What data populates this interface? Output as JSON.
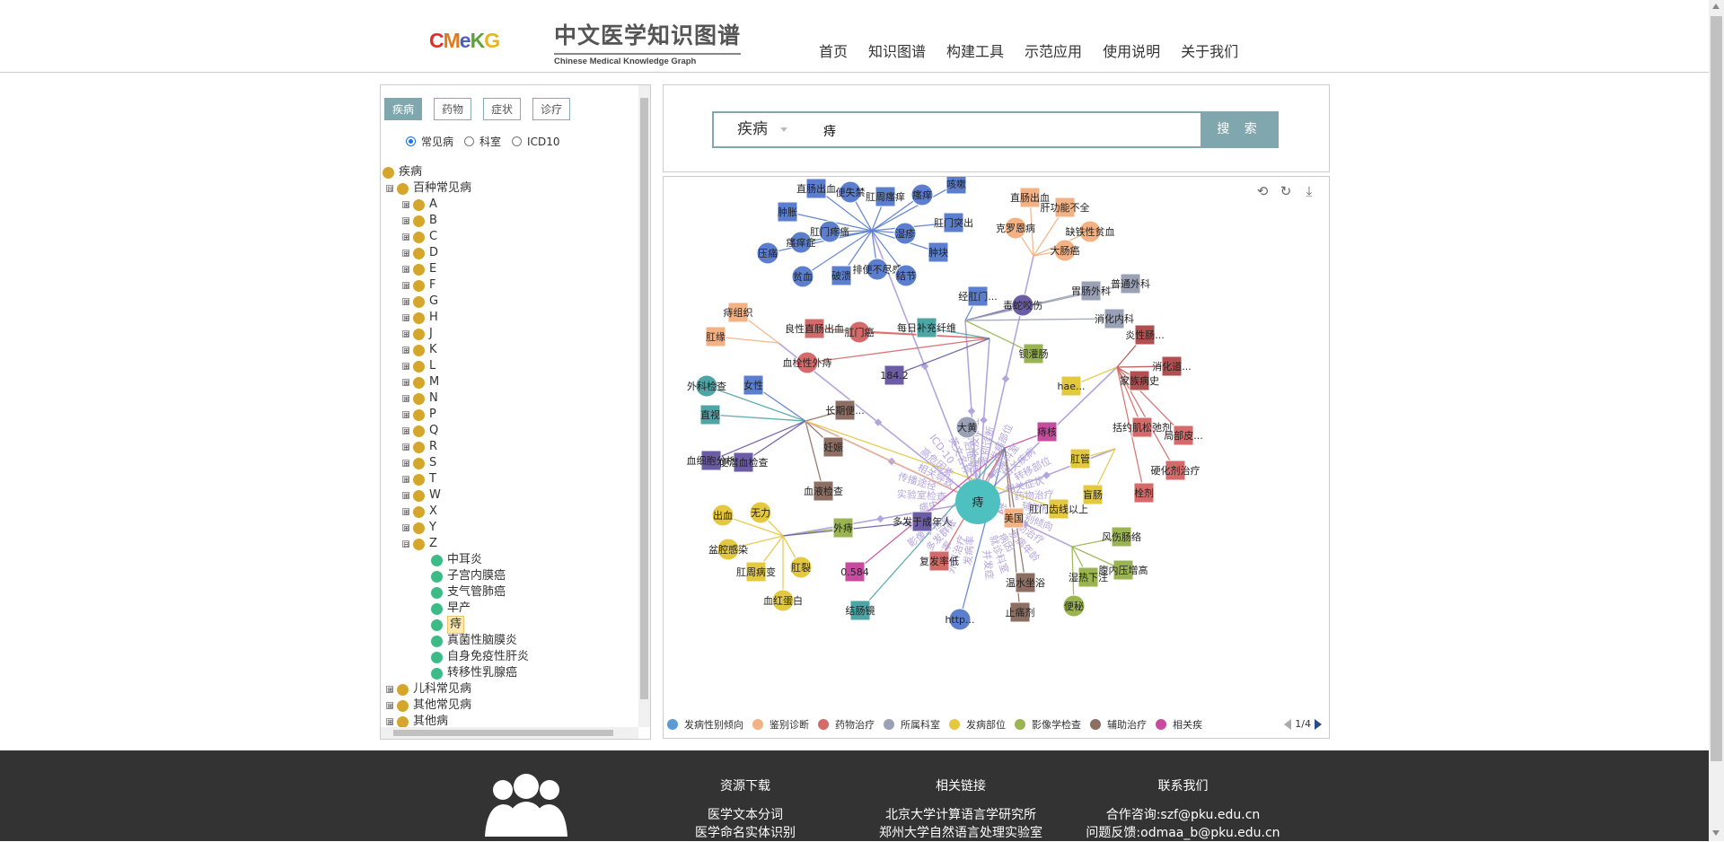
{
  "header": {
    "logo": [
      "C",
      "M",
      "e",
      "K",
      "G"
    ],
    "title_zh": "中文医学知识图谱",
    "title_en": "Chinese Medical Knowledge Graph",
    "nav": [
      "首页",
      "知识图谱",
      "构建工具",
      "示范应用",
      "使用说明",
      "关于我们"
    ]
  },
  "left": {
    "tabs": [
      "疾病",
      "药物",
      "症状",
      "诊疗"
    ],
    "active_tab": "疾病",
    "radios": [
      "常见病",
      "科室",
      "ICD10"
    ],
    "tree": {
      "root": "疾病",
      "group1": "百种常见病",
      "letters": [
        "A",
        "B",
        "C",
        "D",
        "E",
        "F",
        "G",
        "H",
        "J",
        "K",
        "L",
        "M",
        "N",
        "P",
        "Q",
        "R",
        "S",
        "T",
        "W",
        "X",
        "Y",
        "Z"
      ],
      "z_children": [
        "中耳炎",
        "子宫内膜癌",
        "支气管肺癌",
        "早产",
        "痔",
        "真菌性脑膜炎",
        "自身免疫性肝炎",
        "转移性乳腺癌"
      ],
      "groups": [
        "儿科常见病",
        "其他常见病",
        "其他病"
      ],
      "selected": "痔"
    }
  },
  "search": {
    "category": "疾病",
    "query": "痔",
    "button": "搜 索"
  },
  "graph": {
    "center": "痔",
    "nodes": [
      "直肠出血",
      "便失禁",
      "肛周瘙痒",
      "瘙痒",
      "咳嗽",
      "肿胀",
      "肛门疼痛",
      "湿疹",
      "肛门突出",
      "瘙痒症",
      "压痛",
      "贫血",
      "破溃",
      "排便不尽感",
      "结节",
      "肿块",
      "直肠出血",
      "肝功能不全",
      "克罗恩病",
      "缺铁性贫血",
      "大肠癌",
      "痔组织",
      "肛缘",
      "良性直肠出血",
      "肛门癌",
      "每日补充纤维",
      "血栓性外痔",
      "184.2",
      "经肛门...",
      "毒蛇咬伤",
      "胃肠外科",
      "普通外科",
      "消化内科",
      "钡灌肠",
      "外科检查",
      "女性",
      "长期便...",
      "直视",
      "大黄",
      "痔核",
      "hae...",
      "炎性肠...",
      "消化道...",
      "家族病史",
      "括约肌松弛剂",
      "局部皮...",
      "硬化剂治疗",
      "栓剂",
      "肛管",
      "盲肠",
      "妊娠",
      "血细胞分析",
      "便潜血检查",
      "血液检查",
      "肛门齿线以上",
      "美国",
      "外痔",
      "多发于成年人",
      "出血",
      "无力",
      "盆腔感染",
      "肛裂",
      "肛周病变",
      "血红蛋白",
      "风伤肠络",
      "腹内压增高",
      "湿热下注",
      "便秘",
      "0.584",
      "复发率低",
      "温水坐浴",
      "止痛剂",
      "结肠镜",
      "http..."
    ],
    "edge_labels": [
      "临床症状及体征",
      "鉴别诊断",
      "发病部位",
      "所属科室",
      "相关疾病",
      "转移部位",
      "相关症状",
      "药物治疗",
      "辅助检查",
      "发病性别倾向",
      "辅助治疗",
      "发病年龄",
      "病因",
      "就诊科室",
      "并发症",
      "发病率",
      "外科治疗",
      "治愈率",
      "多发群体",
      "影像学检查",
      "预防",
      "病史",
      "实验室检查",
      "传播途径",
      "相关导致",
      "高危因素",
      "ICD-10",
      "英文名称",
      "治疗后症状"
    ]
  },
  "legend": {
    "items": [
      {
        "label": "发病性别倾向",
        "color": "#5b9bd5"
      },
      {
        "label": "鉴别诊断",
        "color": "#f4b183"
      },
      {
        "label": "药物治疗",
        "color": "#d46a6a"
      },
      {
        "label": "所属科室",
        "color": "#9aa0b5"
      },
      {
        "label": "发病部位",
        "color": "#e3c840"
      },
      {
        "label": "影像学检查",
        "color": "#99b450"
      },
      {
        "label": "辅助治疗",
        "color": "#8d6e63"
      },
      {
        "label": "相关疾",
        "color": "#c74b9e"
      }
    ],
    "page": "1/4"
  },
  "footer": {
    "col1": {
      "title": "资源下载",
      "lines": [
        "医学文本分词",
        "医学命名实体识别"
      ]
    },
    "col2": {
      "title": "相关链接",
      "lines": [
        "北京大学计算语言学研究所",
        "郑州大学自然语言处理实验室"
      ]
    },
    "col3": {
      "title": "联系我们",
      "lines": [
        "合作咨询:szf@pku.edu.cn",
        "问题反馈:odmaa_b@pku.edu.cn"
      ]
    }
  }
}
